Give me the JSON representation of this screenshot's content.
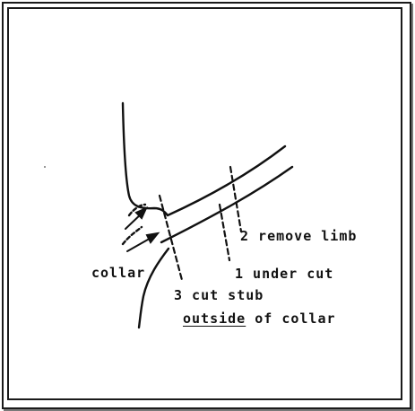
{
  "labels": {
    "remove_limb": "2 remove limb",
    "under_cut": "1 under cut",
    "collar": "collar",
    "cut_stub": "3 cut stub",
    "outside_word": "outside",
    "of_collar": "of collar"
  },
  "colors": {
    "ink": "#111111",
    "frame": "#1a1a1a",
    "background": "#ffffff"
  }
}
